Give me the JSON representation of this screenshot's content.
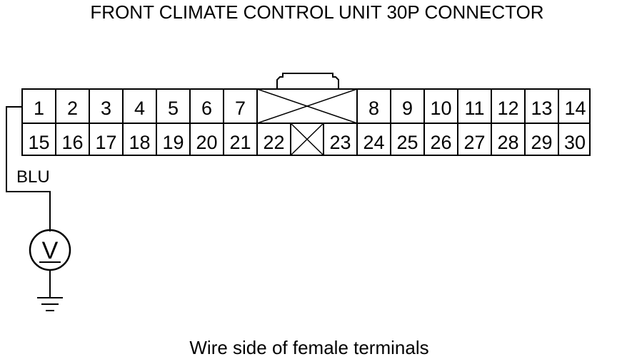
{
  "title": "FRONT CLIMATE CONTROL UNIT 30P CONNECTOR",
  "caption": "Wire side of female terminals",
  "wire_color": "BLU",
  "meter_symbol": "V",
  "top_row": [
    "1",
    "2",
    "3",
    "4",
    "5",
    "6",
    "7",
    "",
    "8",
    "9",
    "10",
    "11",
    "12",
    "13",
    "14"
  ],
  "bottom_row": [
    "15",
    "16",
    "17",
    "18",
    "19",
    "20",
    "21",
    "22",
    "",
    "23",
    "24",
    "25",
    "26",
    "27",
    "28",
    "29",
    "30"
  ],
  "icons": {
    "probe": "voltmeter-icon",
    "ground": "ground-icon",
    "blank_cavity": "cross-icon",
    "lock_tab": "connector-lock-tab-icon"
  }
}
